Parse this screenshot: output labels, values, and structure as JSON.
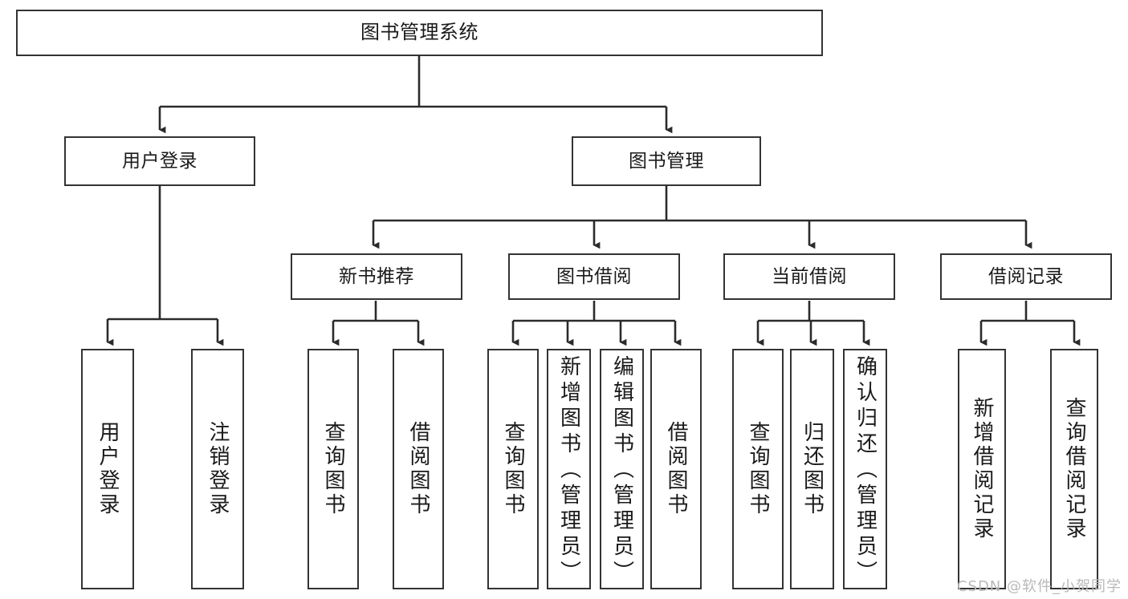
{
  "diagram": {
    "title": "图书管理系统",
    "type": "tree-hierarchy-diagram",
    "root": {
      "id": "root",
      "label": "图书管理系统"
    },
    "level2": [
      {
        "id": "user-login",
        "label": "用户登录"
      },
      {
        "id": "book-management",
        "label": "图书管理"
      }
    ],
    "level3": [
      {
        "id": "new-book-recommend",
        "label": "新书推荐"
      },
      {
        "id": "book-borrow",
        "label": "图书借阅"
      },
      {
        "id": "current-borrow",
        "label": "当前借阅"
      },
      {
        "id": "borrow-record",
        "label": "借阅记录"
      }
    ],
    "leaves": {
      "user_login": [
        {
          "id": "leaf-user-login",
          "label": "用户登录"
        },
        {
          "id": "leaf-logout-login",
          "label": "注销登录"
        }
      ],
      "new_book_recommend": [
        {
          "id": "leaf-query-book-1",
          "label": "查询图书"
        },
        {
          "id": "leaf-borrow-book-1",
          "label": "借阅图书"
        }
      ],
      "book_borrow": [
        {
          "id": "leaf-query-book-2",
          "label": "查询图书"
        },
        {
          "id": "leaf-add-book",
          "label": "新增图书（管理员）"
        },
        {
          "id": "leaf-edit-book",
          "label": "编辑图书（管理员）"
        },
        {
          "id": "leaf-borrow-book-2",
          "label": "借阅图书"
        }
      ],
      "current_borrow": [
        {
          "id": "leaf-query-book-3",
          "label": "查询图书"
        },
        {
          "id": "leaf-return-book",
          "label": "归还图书"
        },
        {
          "id": "leaf-confirm-return",
          "label": "确认归还（管理员）"
        }
      ],
      "borrow_record": [
        {
          "id": "leaf-add-record",
          "label": "新增借阅记录"
        },
        {
          "id": "leaf-query-record",
          "label": "查询借阅记录"
        }
      ]
    }
  },
  "watermark": {
    "text": "CSDN @软件_小贺同学"
  },
  "colors": {
    "stroke": "#333333",
    "background": "#ffffff",
    "text": "#1a1a1a",
    "watermark": "#b9b9b9"
  }
}
